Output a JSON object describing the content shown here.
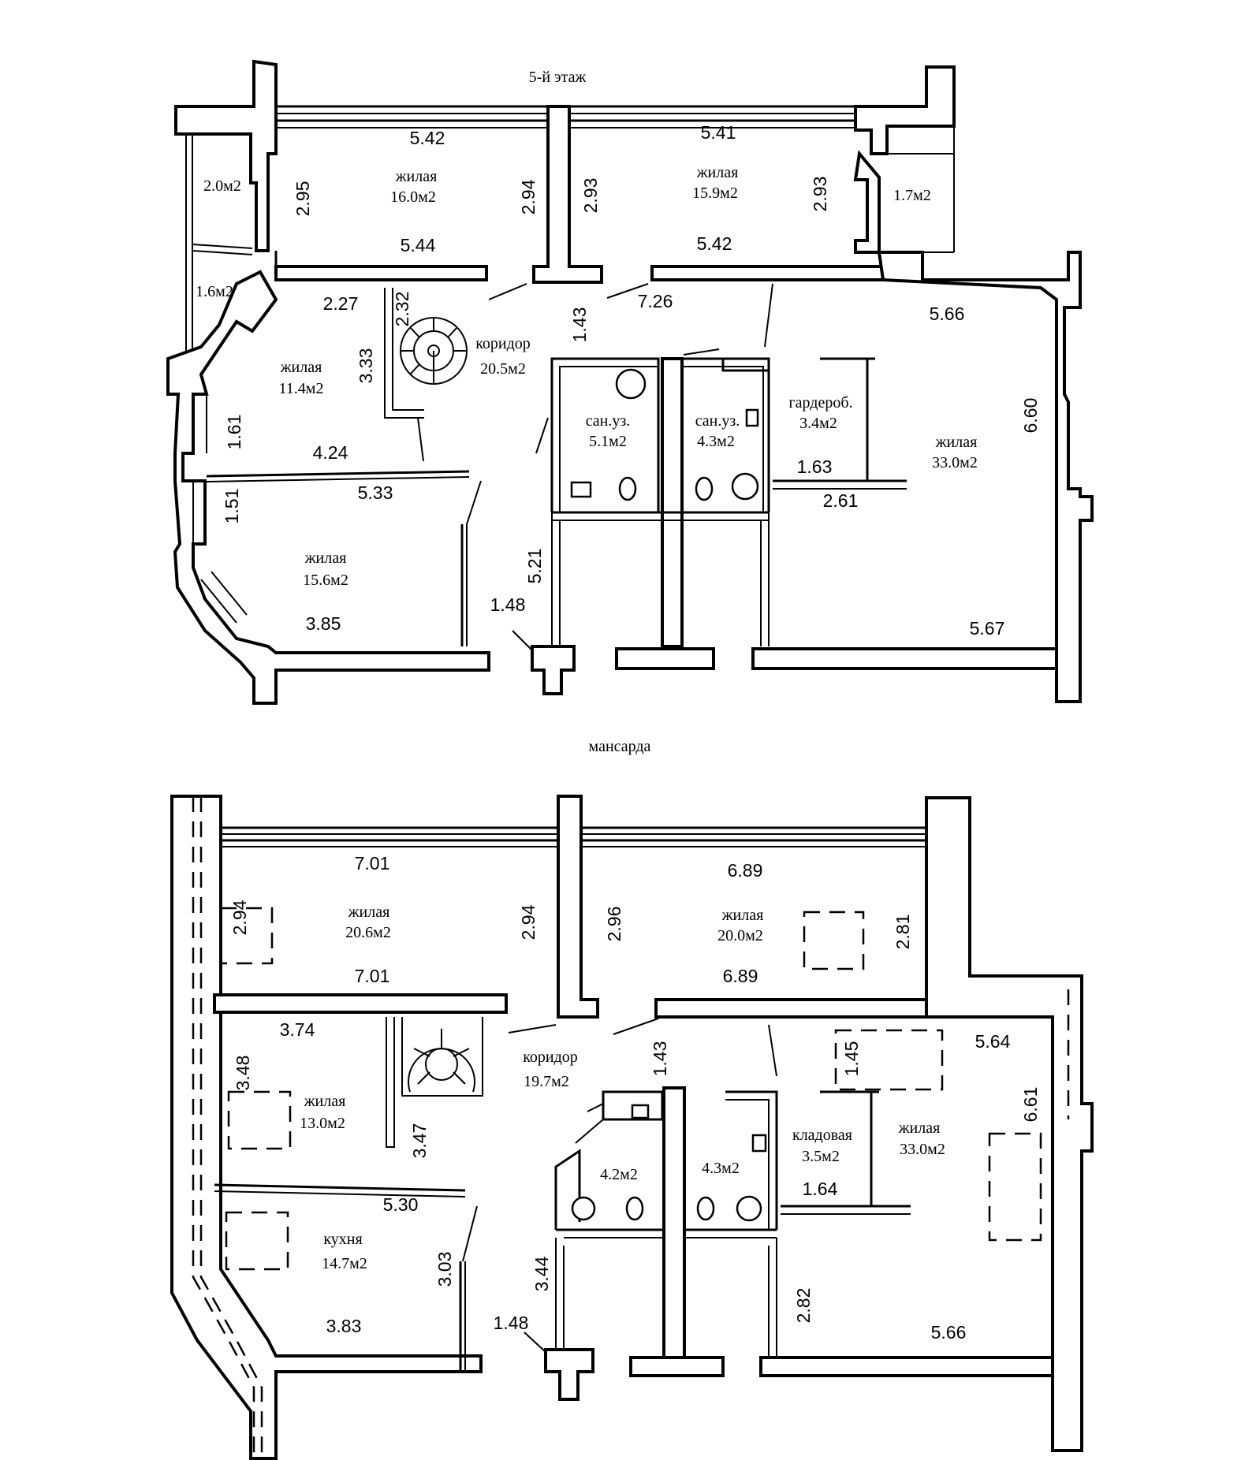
{
  "floor5": {
    "title": "5-й этаж",
    "rooms": {
      "living_nw": {
        "name": "жилая",
        "area": "16.0м2"
      },
      "living_ne": {
        "name": "жилая",
        "area": "15.9м2"
      },
      "balcony_w": {
        "area": "2.0м2"
      },
      "balcony_e": {
        "area": "1.7м2"
      },
      "balcony_sw": {
        "area": "1.6м2"
      },
      "living_w": {
        "name": "жилая",
        "area": "11.4м2"
      },
      "corridor": {
        "name": "коридор",
        "area": "20.5м2"
      },
      "bath1": {
        "name": "сан.уз.",
        "area": "5.1м2"
      },
      "bath2": {
        "name": "сан.уз.",
        "area": "4.3м2"
      },
      "wardrobe": {
        "name": "гардероб.",
        "area": "3.4м2"
      },
      "living_e": {
        "name": "жилая",
        "area": "33.0м2"
      },
      "living_sw": {
        "name": "жилая",
        "area": "15.6м2"
      }
    },
    "dims": [
      "5.42",
      "5.41",
      "2.95",
      "2.94",
      "2.93",
      "2.93",
      "5.44",
      "5.42",
      "2.27",
      "2.32",
      "1.43",
      "7.26",
      "5.66",
      "3.33",
      "1.61",
      "4.24",
      "6.60",
      "1.63",
      "2.61",
      "5.33",
      "1.51",
      "5.21",
      "1.48",
      "3.85",
      "5.67"
    ]
  },
  "attic": {
    "title": "мансарда",
    "rooms": {
      "living_nw": {
        "name": "жилая",
        "area": "20.6м2"
      },
      "living_ne": {
        "name": "жилая",
        "area": "20.0м2"
      },
      "living_w": {
        "name": "жилая",
        "area": "13.0м2"
      },
      "corridor": {
        "name": "коридор",
        "area": "19.7м2"
      },
      "bath1": {
        "area": "4.2м2"
      },
      "bath2": {
        "area": "4.3м2"
      },
      "storage": {
        "name": "кладовая",
        "area": "3.5м2"
      },
      "living_e": {
        "name": "жилая",
        "area": "33.0м2"
      },
      "kitchen": {
        "name": "кухня",
        "area": "14.7м2"
      }
    },
    "dims": [
      "7.01",
      "6.89",
      "2.94",
      "2.94",
      "2.96",
      "2.81",
      "7.01",
      "6.89",
      "3.74",
      "1.43",
      "1.45",
      "5.64",
      "3.48",
      "6.61",
      "3.47",
      "5.30",
      "1.64",
      "3.03",
      "3.44",
      "1.48",
      "2.82",
      "3.83",
      "5.66"
    ]
  }
}
